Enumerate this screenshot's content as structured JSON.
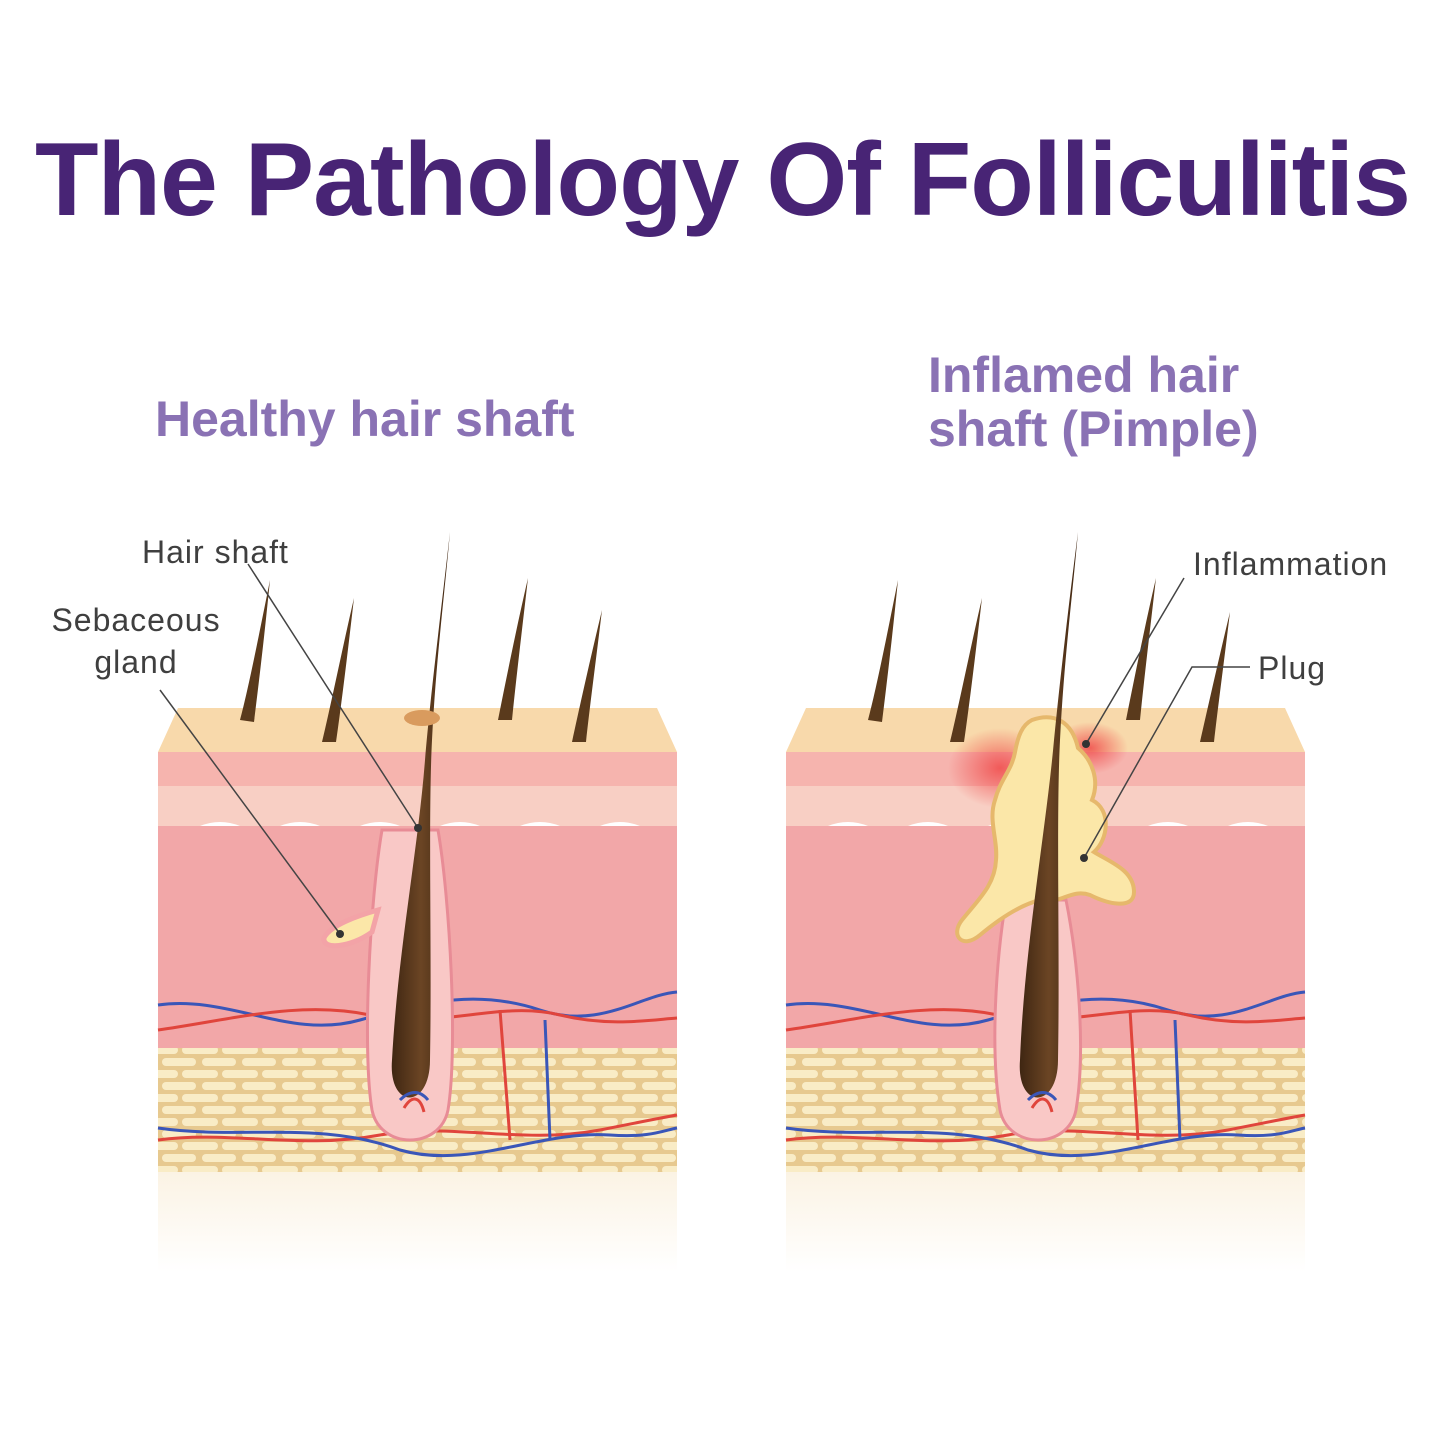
{
  "title": "The Pathology Of Folliculitis",
  "panels": {
    "healthy": {
      "title": "Healthy hair shaft",
      "labels": {
        "hair_shaft": "Hair shaft",
        "sebaceous_line1": "Sebaceous",
        "sebaceous_line2": "gland"
      }
    },
    "inflamed": {
      "title_line1": "Inflamed hair",
      "title_line2": "shaft (Pimple)",
      "labels": {
        "inflammation": "Inflammation",
        "plug": "Plug"
      }
    }
  },
  "colors": {
    "title": "#482475",
    "subtitle": "#8a72b4",
    "epidermis_top": "#f8d7a6",
    "dermis": "#f2a7a8",
    "fat": "#f6e3ae",
    "hair": "#5a3a1c",
    "vein": "#3a56b8",
    "artery": "#e0453c",
    "plug": "#fbe7a8",
    "inflammation": "#f36b6b"
  }
}
